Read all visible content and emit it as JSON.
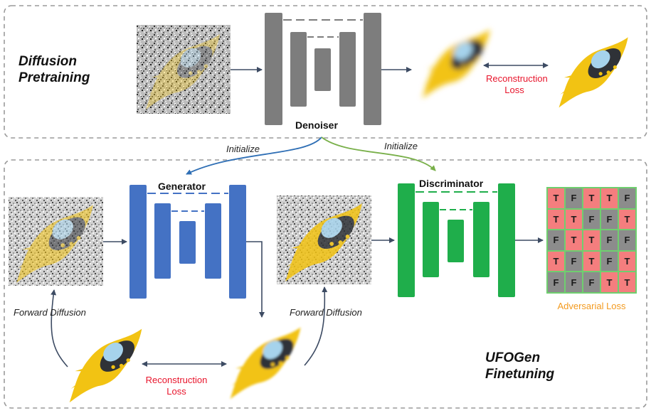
{
  "colors": {
    "denoiser": "#7d7d7d",
    "generator": "#4472c4",
    "discriminator": "#1fae4b",
    "loss_red": "#e8142b",
    "adv_orange": "#f39a1e",
    "cell_true": "#f47e7e",
    "cell_false": "#8c8c8c",
    "grid_line": "#6fcf6f",
    "arrow": "#3d4b63",
    "init_blue": "#2f6fb5",
    "init_green": "#79b04a",
    "ufo_yellow": "#f2c313",
    "box_border": "#9a9a9a"
  },
  "top_section": {
    "title_line1": "Diffusion",
    "title_line2": "Pretraining",
    "denoiser_label": "Denoiser",
    "loss_line1": "Reconstruction",
    "loss_line2": "Loss"
  },
  "init_labels": {
    "to_generator": "Initialize",
    "to_discriminator": "Initialize"
  },
  "bottom_section": {
    "generator_label": "Generator",
    "discriminator_label": "Discriminator",
    "forward_left": "Forward Diffusion",
    "forward_right": "Forward Diffusion",
    "loss_line1": "Reconstruction",
    "loss_line2": "Loss",
    "adversarial_loss": "Adversarial Loss",
    "title_line1": "UFOGen",
    "title_line2": "Finetuning"
  },
  "adversarial_grid": [
    [
      "T",
      "F",
      "T",
      "T",
      "F"
    ],
    [
      "T",
      "T",
      "F",
      "F",
      "T"
    ],
    [
      "F",
      "T",
      "T",
      "F",
      "F"
    ],
    [
      "T",
      "F",
      "T",
      "F",
      "T"
    ],
    [
      "F",
      "F",
      "F",
      "T",
      "T"
    ]
  ]
}
